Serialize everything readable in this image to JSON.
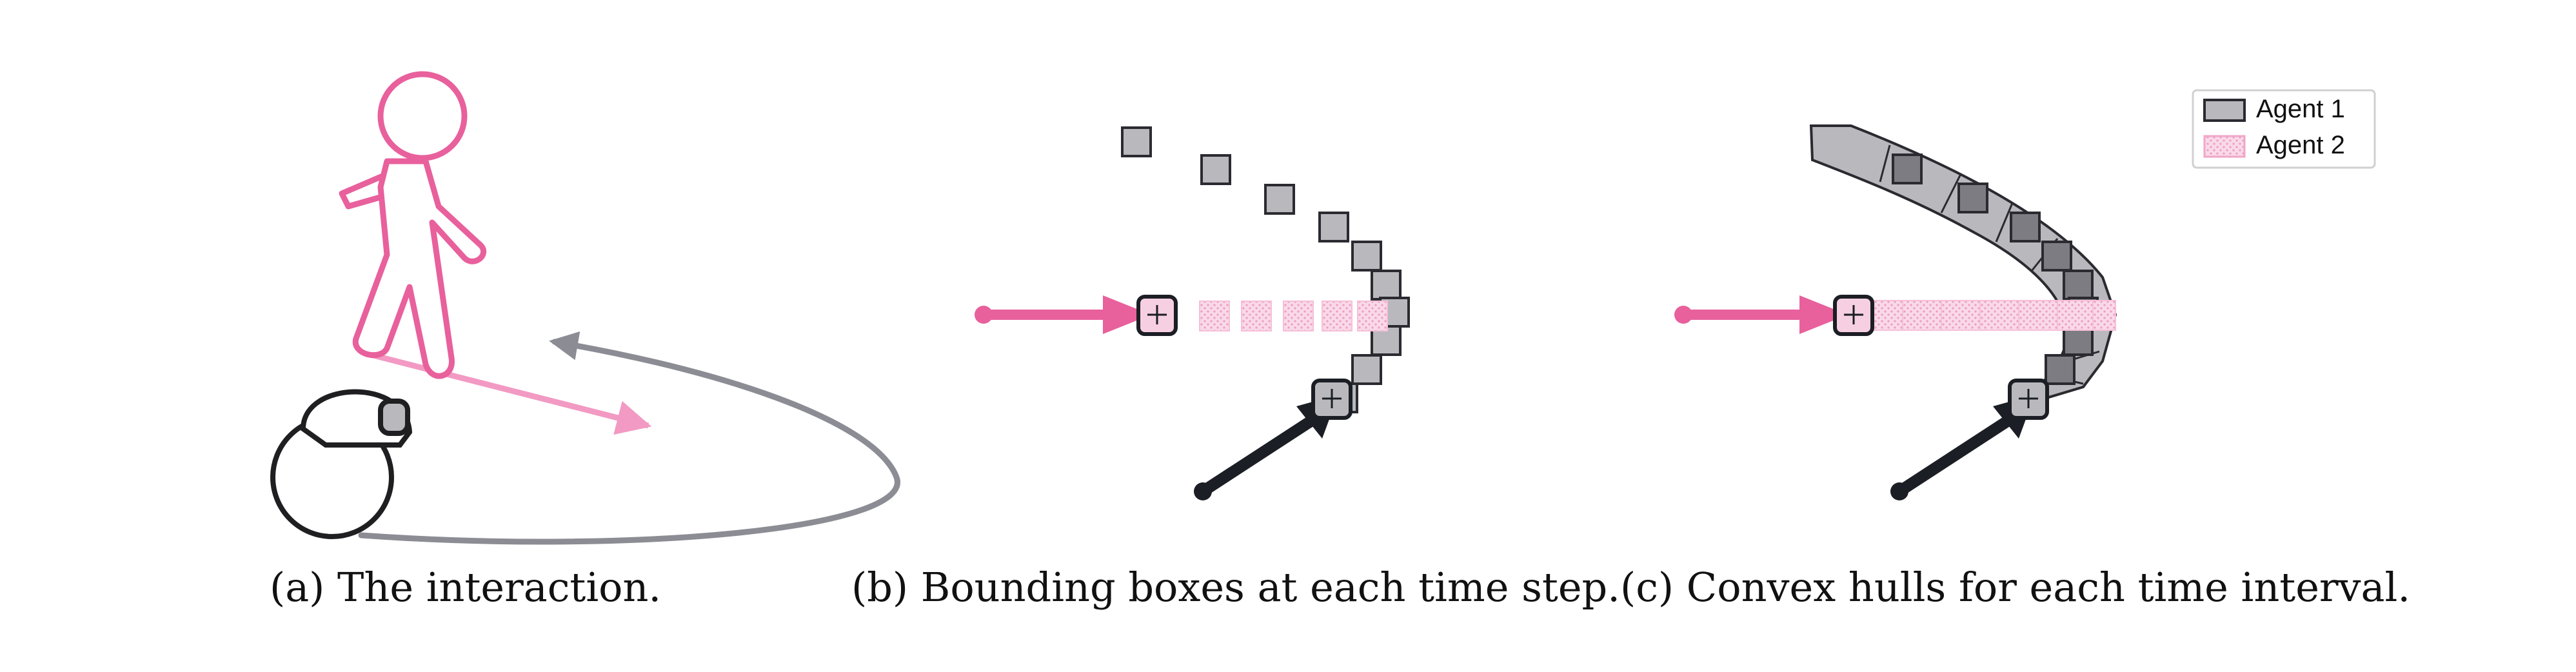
{
  "captions": {
    "a": "(a) The interaction.",
    "b": "(b) Bounding boxes at each time step.",
    "c": "(c) Convex hulls for each time interval."
  },
  "legend": {
    "items": [
      {
        "label": "Agent 1",
        "fill": "#b9b9bd",
        "stroke": "#2a2a30",
        "pattern": "solid"
      },
      {
        "label": "Agent 2",
        "fill": "#f7cfe2",
        "stroke": "#f0a6c8",
        "pattern": "dotted"
      }
    ]
  },
  "colors": {
    "agent1": "#b9b9bd",
    "agent1_dark": "#1b1e24",
    "agent1_mid": "#7c7c82",
    "agent2": "#e8609c",
    "agent2_light": "#f7cfe2",
    "path_gray": "#8c8c94"
  },
  "icons": {
    "pedestrian": "walking-person-icon",
    "robot": "robot-icon"
  }
}
